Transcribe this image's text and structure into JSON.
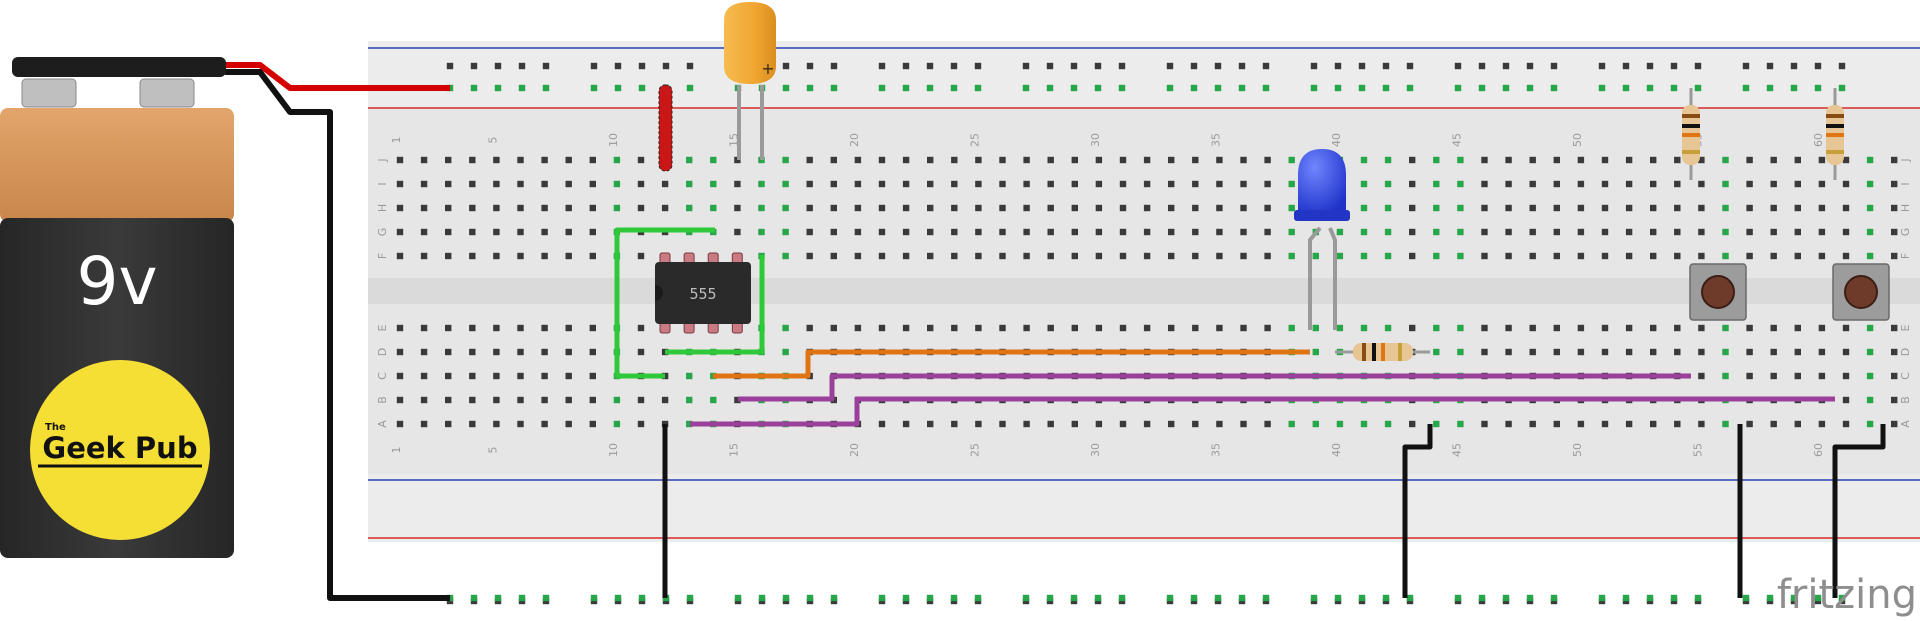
{
  "battery": {
    "voltage_label": "9v",
    "logo_the": "The",
    "logo_name": "Geek Pub",
    "colors": {
      "top": "#d6955a",
      "body": "#2f2f2f",
      "logo": "#f6df35"
    }
  },
  "breadboard": {
    "column_labels": [
      "1",
      "5",
      "10",
      "15",
      "20",
      "25",
      "30",
      "35",
      "40",
      "45",
      "50",
      "55",
      "60"
    ],
    "row_labels_top": [
      "J",
      "I",
      "H",
      "G",
      "F"
    ],
    "row_labels_bottom": [
      "E",
      "D",
      "C",
      "B",
      "A"
    ],
    "colors": {
      "board": "#e6e6e6",
      "rail_red": "#d62a2a",
      "rail_blue": "#2b3fb5",
      "hole": "#3a3a3a",
      "lit_hole": "#27a64a"
    }
  },
  "ic": {
    "label": "555"
  },
  "capacitor": {
    "polarity_label": "+",
    "color": "#f1a531"
  },
  "led": {
    "color": "#2b46e0"
  },
  "wires": {
    "orange": "#e07415",
    "purple": "#9a3f9a",
    "green": "#2fc83a",
    "black": "#111111",
    "red": "#d40000"
  },
  "brand": {
    "text": "fritzing"
  }
}
